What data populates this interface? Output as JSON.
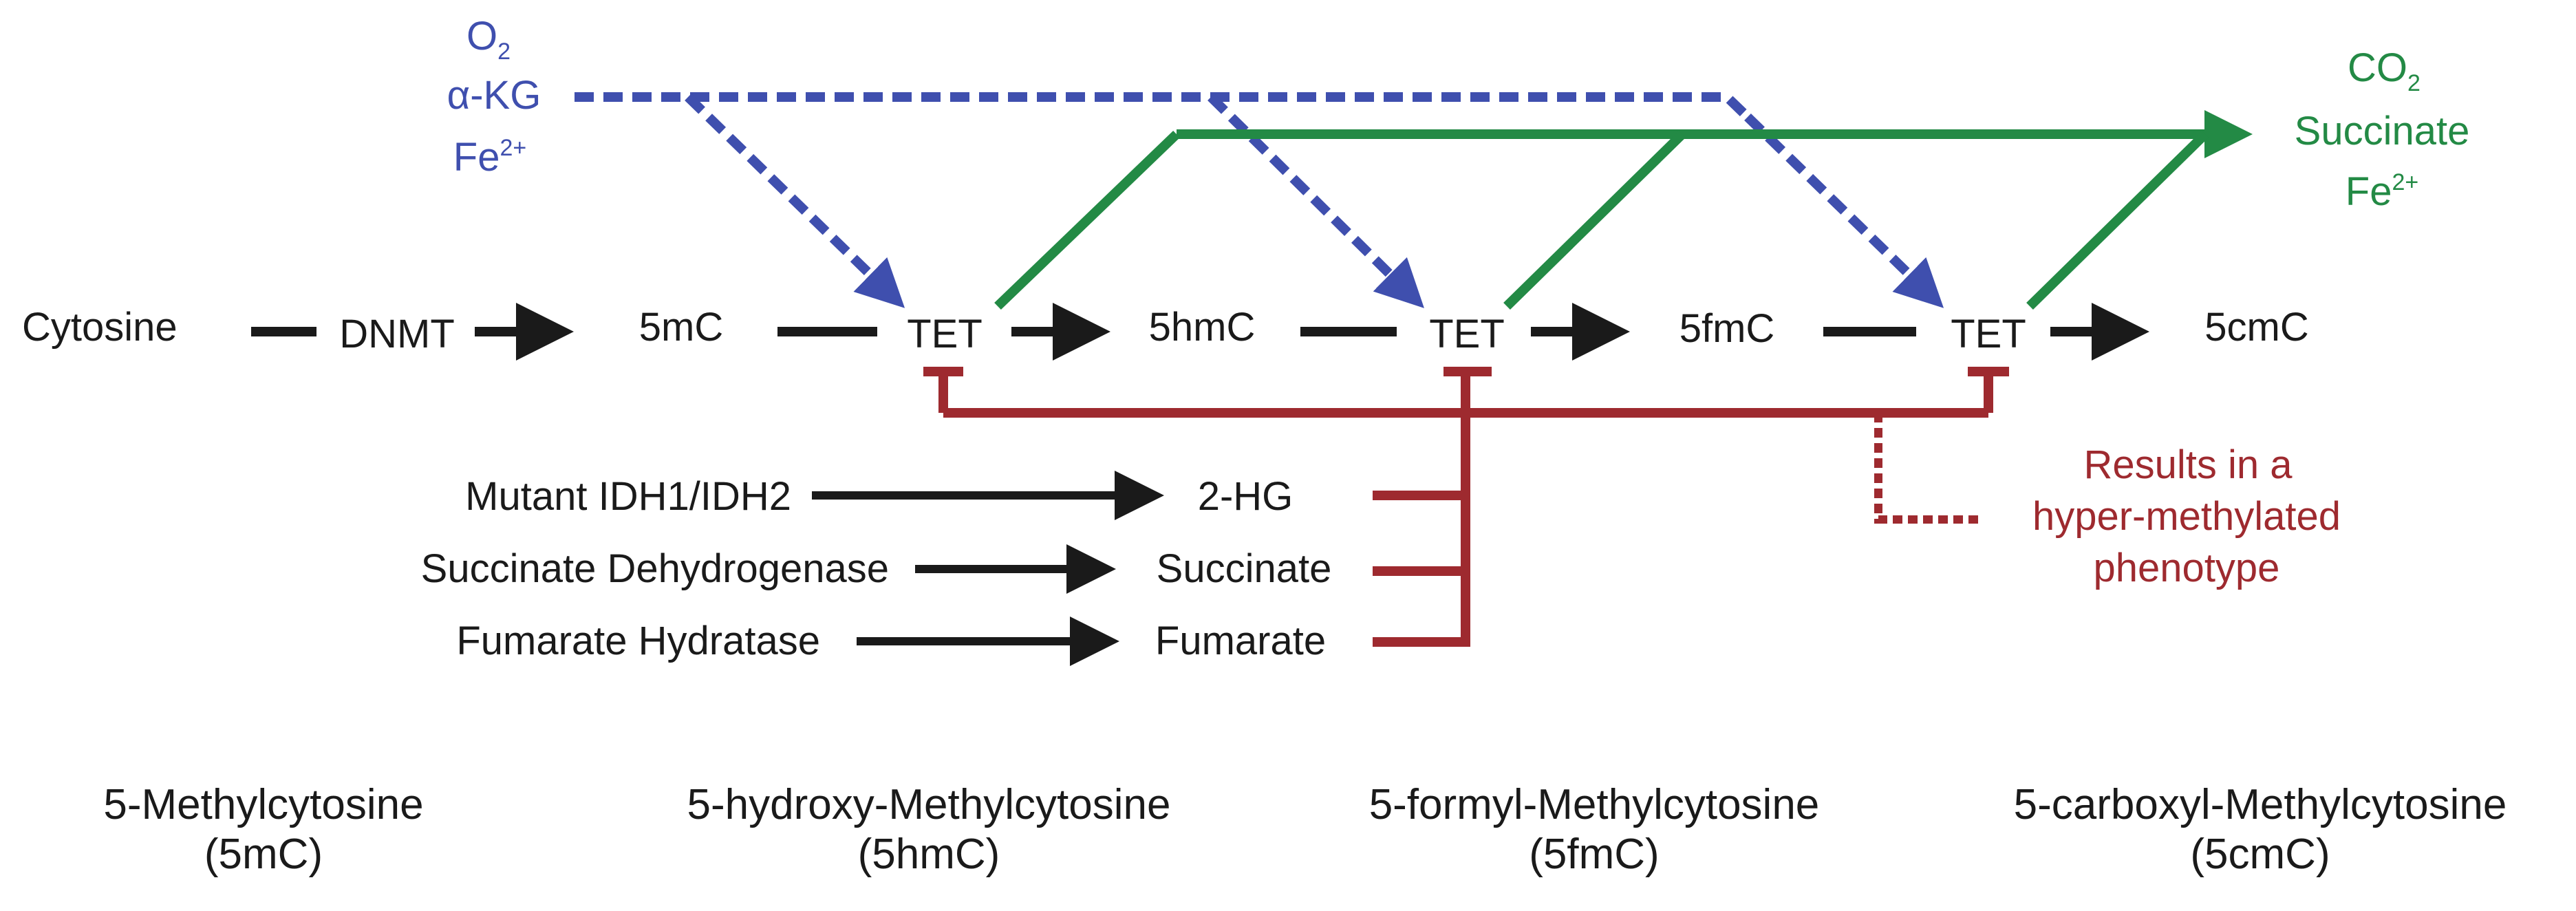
{
  "inputs": {
    "line1_base": "O",
    "line1_sub": "2",
    "line2": "α-KG",
    "line3_base": "Fe",
    "line3_sup": "2+"
  },
  "outputs": {
    "line1_base": "CO",
    "line1_sub": "2",
    "line2": "Succinate",
    "line3_base": "Fe",
    "line3_sup": "2+"
  },
  "pathway": {
    "start": "Cytosine",
    "enzyme1": "DNMT",
    "product1": "5mC",
    "enzyme2": "TET",
    "product2": "5hmC",
    "enzyme3": "TET",
    "product3": "5fmC",
    "enzyme4": "TET",
    "product4": "5cmC"
  },
  "inhibitors": [
    {
      "enzyme": "Mutant IDH1/IDH2",
      "metabolite": "2-HG"
    },
    {
      "enzyme": "Succinate Dehydrogenase",
      "metabolite": "Succinate"
    },
    {
      "enzyme": "Fumarate Hydratase",
      "metabolite": "Fumarate"
    }
  ],
  "result": {
    "line1": "Results in a",
    "line2": "hyper-methylated",
    "line3": "phenotype"
  },
  "bottom_labels": [
    {
      "name": "5-Methylcytosine",
      "abbr": "(5mC)"
    },
    {
      "name": "5-hydroxy-Methylcytosine",
      "abbr": "(5hmC)"
    },
    {
      "name": "5-formyl-Methylcytosine",
      "abbr": "(5fmC)"
    },
    {
      "name": "5-carboxyl-Methylcytosine",
      "abbr": "(5cmC)"
    }
  ],
  "colors": {
    "black": "#1a1a1a",
    "blue": "#3f4fae",
    "green": "#238a45",
    "red": "#9e2a2f"
  }
}
